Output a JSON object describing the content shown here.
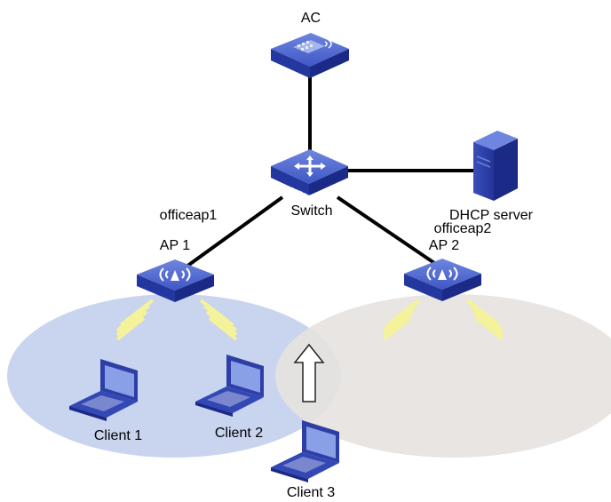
{
  "labels": {
    "ac": "AC",
    "switch": "Switch",
    "switch_badge": "SWITCH",
    "dhcp": "DHCP server",
    "ap1_name": "officeap1",
    "ap1": "AP 1",
    "ap2_name": "officeap2",
    "ap2": "AP 2",
    "client1": "Client 1",
    "client2": "Client 2",
    "client3": "Client 3"
  },
  "icons": {
    "ac": "access-controller-icon",
    "switch": "switch-icon",
    "server": "server-icon",
    "ap": "access-point-icon",
    "client": "laptop-icon",
    "arrow": "roaming-arrow-icon"
  },
  "colors": {
    "device_blue": "#2b40a8",
    "device_top": "#4a64d0",
    "coverage_ap1": "#c9d4ee",
    "coverage_ap2": "#e6e3df",
    "signal": "#f4f29a",
    "link": "#000000"
  }
}
